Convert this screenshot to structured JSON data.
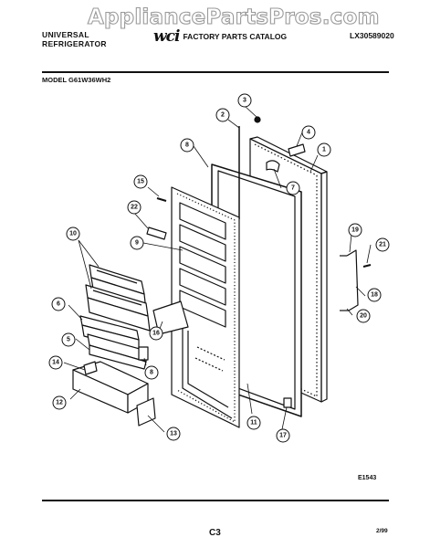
{
  "watermark": "AppliancePartsPros.com",
  "header": {
    "brand_line1": "UNIVERSAL",
    "brand_line2": "REFRIGERATOR",
    "logo": "wci",
    "catalog_title": "FACTORY PARTS CATALOG",
    "part_number": "LX30589020"
  },
  "model_label": "MODEL G61W36WH2",
  "figure_code": "E1543",
  "page_number": "C3",
  "date": "2/99",
  "callouts": [
    "1",
    "2",
    "3",
    "4",
    "5",
    "6",
    "7",
    "8",
    "9",
    "10",
    "11",
    "12",
    "13",
    "14",
    "15",
    "16",
    "17",
    "18",
    "19",
    "20",
    "21",
    "22"
  ]
}
